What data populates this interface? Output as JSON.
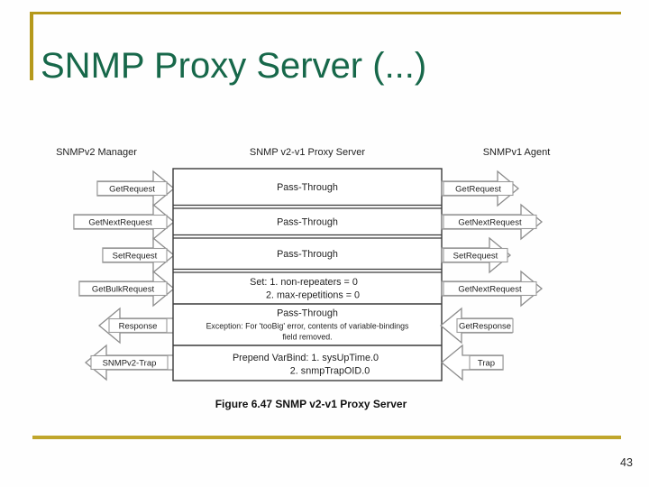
{
  "slide": {
    "title": "SNMP Proxy Server (...)",
    "page_number": "43",
    "colors": {
      "accent_gold_top": "#b5991b",
      "accent_gold_bottom": "#c0a62c",
      "title_green": "#17684a"
    }
  },
  "diagram": {
    "headers": {
      "left": "SNMPv2 Manager",
      "center": "SNMP v2-v1 Proxy Server",
      "right": "SNMPv1 Agent"
    },
    "rows": [
      {
        "line1": "Pass-Through"
      },
      {
        "line1": "Pass-Through"
      },
      {
        "line1": "Pass-Through"
      },
      {
        "line1": "Set: 1. non-repeaters = 0",
        "line2": "2. max-repetitions = 0"
      },
      {
        "line1": "Pass-Through",
        "line2": "Exception: For 'tooBig' error, contents of variable-bindings",
        "line3": "field removed."
      },
      {
        "line1": "Prepend VarBind: 1. sysUpTime.0",
        "line2": "2. snmpTrapOID.0"
      }
    ],
    "left_arrows": [
      {
        "label": "GetRequest",
        "direction": "right"
      },
      {
        "label": "GetNextRequest",
        "direction": "right"
      },
      {
        "label": "SetRequest",
        "direction": "right"
      },
      {
        "label": "GetBulkRequest",
        "direction": "right"
      },
      {
        "label": "Response",
        "direction": "left"
      },
      {
        "label": "SNMPv2-Trap",
        "direction": "left"
      }
    ],
    "right_arrows": [
      {
        "label": "GetRequest",
        "direction": "right"
      },
      {
        "label": "GetNextRequest",
        "direction": "right"
      },
      {
        "label": "SetRequest",
        "direction": "right"
      },
      {
        "label": "GetNextRequest",
        "direction": "right"
      },
      {
        "label": "GetResponse",
        "direction": "left"
      },
      {
        "label": "Trap",
        "direction": "left"
      }
    ],
    "caption": "Figure 6.47 SNMP v2-v1 Proxy Server"
  }
}
